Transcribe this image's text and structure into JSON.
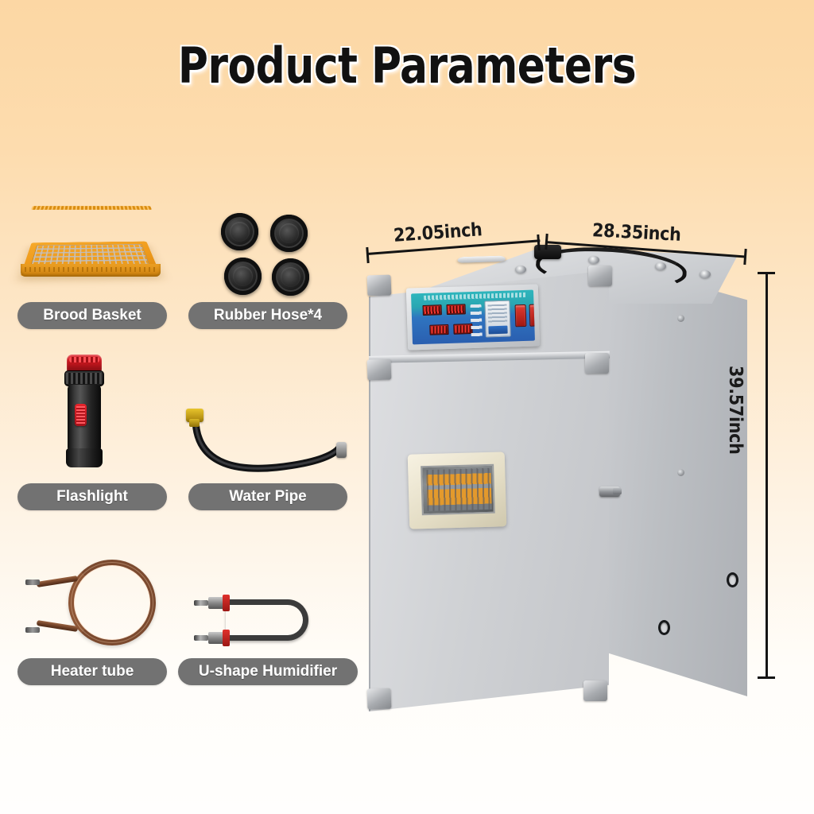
{
  "page": {
    "title": "Product Parameters",
    "background_top_color": "#fcd7a4",
    "background_bottom_color": "#fffefd"
  },
  "dimensions": {
    "width_label": "22.05inch",
    "depth_label": "28.35inch",
    "height_label": "39.57inch"
  },
  "accessories": [
    {
      "id": "brood-basket",
      "label": "Brood Basket",
      "icon": "egg-tray-icon"
    },
    {
      "id": "rubber-hose",
      "label": "Rubber Hose*4",
      "icon": "rubber-grommet-icon"
    },
    {
      "id": "flashlight",
      "label": "Flashlight",
      "icon": "flashlight-icon"
    },
    {
      "id": "water-pipe",
      "label": "Water Pipe",
      "icon": "hose-icon"
    },
    {
      "id": "heater-tube",
      "label": "Heater tube",
      "icon": "heating-coil-icon"
    },
    {
      "id": "u-shape-humidifier",
      "label": "U-shape Humidifier",
      "icon": "u-tube-icon"
    }
  ],
  "product": {
    "name": "egg-incubator",
    "body_color": "#d0d2d5",
    "accent_color": "#727272",
    "control_panel": {
      "face_color": "#2aa7b2",
      "led_color": "#b6211d",
      "switch_color": "#e03a30"
    },
    "window": {
      "frame_color": "#efe9d6",
      "tray_color": "#e99b28"
    }
  }
}
